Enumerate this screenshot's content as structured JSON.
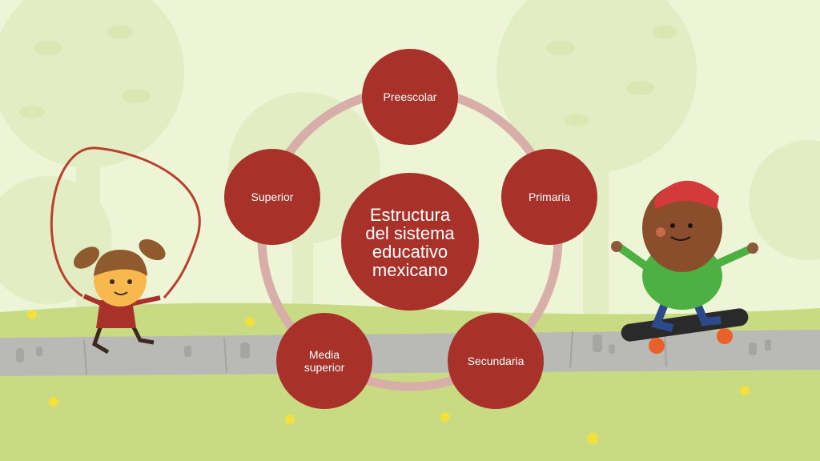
{
  "diagram": {
    "center_label": "Estructura\ndel sistema\neducativo\nmexicano",
    "nodes": [
      {
        "id": "preescolar",
        "label": "Preescolar"
      },
      {
        "id": "primaria",
        "label": "Primaria"
      },
      {
        "id": "secundaria",
        "label": "Secundaria"
      },
      {
        "id": "media-superior",
        "label": "Media\nsuperior"
      },
      {
        "id": "superior",
        "label": "Superior"
      }
    ]
  },
  "colors": {
    "node_fill": "#A8322A",
    "ring": "#D8AFA8",
    "background_sky": "#EEF5D6",
    "grass": "#C5D97A",
    "road": "#B9BAB5"
  },
  "illustrations": {
    "left": "girl-jumping-rope-illustration",
    "right": "boy-on-skateboard-illustration"
  }
}
